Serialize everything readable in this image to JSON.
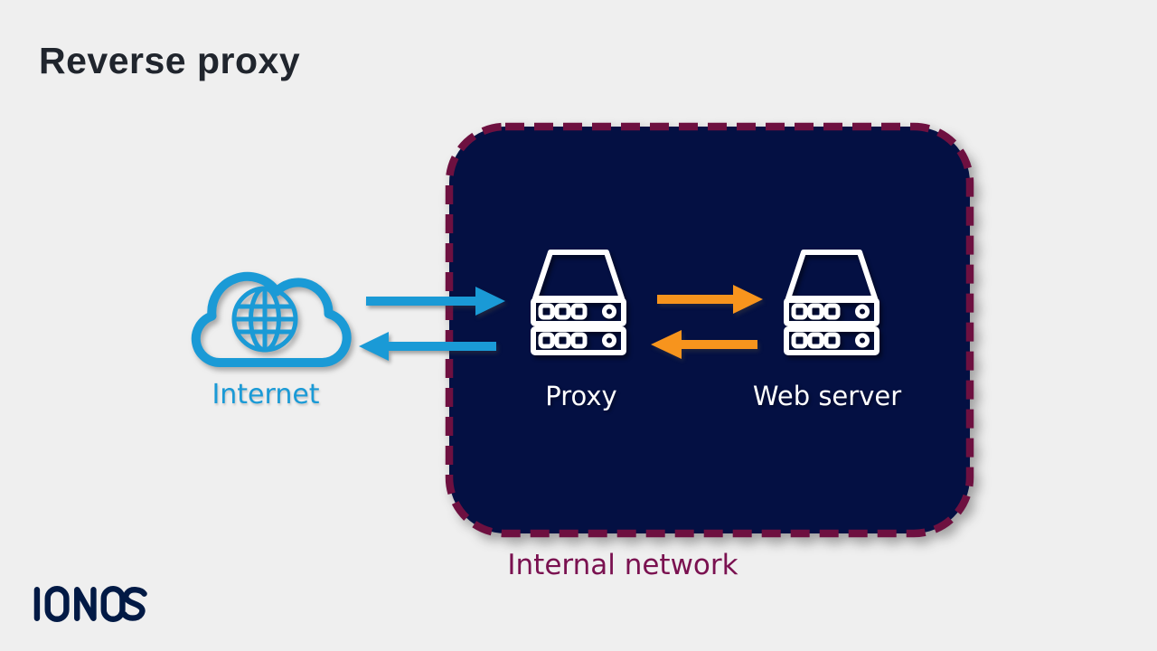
{
  "page": {
    "background_color": "#efefef",
    "title": "Reverse proxy",
    "title_color": "#20252d"
  },
  "diagram": {
    "internet": {
      "label": "Internet",
      "icon": "cloud-globe-icon",
      "color": "#1a9ad6"
    },
    "internal_network": {
      "label": "Internal network",
      "label_color": "#7a1150",
      "fill_color": "#041043",
      "border_color": "#6e1040",
      "icon_color": "#ffffff",
      "nodes": [
        {
          "label": "Proxy",
          "icon": "server-icon"
        },
        {
          "label": "Web server",
          "icon": "server-icon"
        }
      ]
    },
    "arrows": [
      {
        "name": "internet-to-proxy-arrow",
        "direction": "right",
        "color": "#1a9ad6"
      },
      {
        "name": "proxy-to-internet-arrow",
        "direction": "left",
        "color": "#1a9ad6"
      },
      {
        "name": "proxy-to-webserver-arrow",
        "direction": "right",
        "color": "#f7941d"
      },
      {
        "name": "webserver-to-proxy-arrow",
        "direction": "left",
        "color": "#f7941d"
      }
    ]
  },
  "branding": {
    "logo_text": "IONOS",
    "color": "#021a45"
  }
}
